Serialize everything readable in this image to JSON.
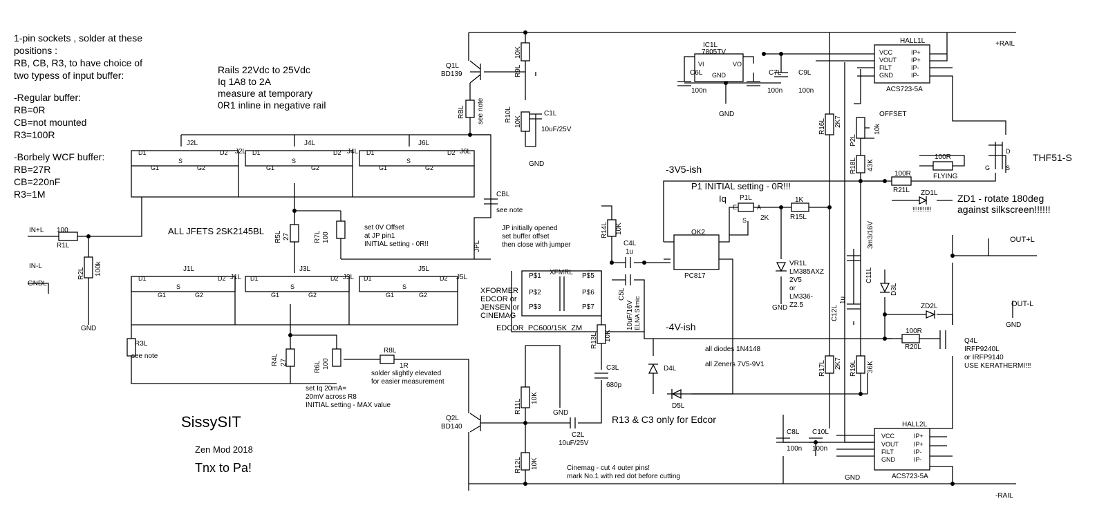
{
  "notes": {
    "sockets": [
      "1-pin sockets , solder at these",
      "positions :",
      "RB, CB, R3, to have choice of",
      "two typess of input buffer:"
    ],
    "regular_buffer": [
      "-Regular buffer:",
      "RB=0R",
      "CB=not mounted",
      "R3=100R"
    ],
    "borbely_buffer": [
      "-Borbely WCF buffer:",
      "RB=27R",
      "CB=220nF",
      "R3=1M"
    ],
    "rails": [
      "Rails 22Vdc to 25Vdc",
      "Iq 1A8 to 2A",
      "measure at temporary",
      "0R1 inline in negative rail"
    ],
    "jfets": "ALL JFETS 2SK2145BL",
    "offset": [
      "set 0V Offset",
      "at JP pin1",
      "INITIAL setting - 0R!!"
    ],
    "jp": [
      "JP initially opened",
      "set buffer offset",
      "then close with jumper"
    ],
    "xformer": [
      "XFORMER",
      "EDCOR or",
      "JENSEN or",
      "CINEMAG"
    ],
    "xformer_part": "EDCOR_PC600/15K_ZM",
    "iq_note": [
      "set Iq 20mA=",
      "20mV across R8",
      "INITIAL setting - MAX value"
    ],
    "solder_note": [
      "solder slightly elevated",
      "for easier measurement"
    ],
    "r13_c3": "R13 & C3 only for Edcor",
    "cinemag": [
      "Cinemag - cut 4 outer pins!",
      "mark No.1 with red dot before cutting"
    ],
    "v35": "-3V5-ish",
    "v4": "-4V-ish",
    "p1_initial": "P1 INITIAL setting - 0R!!!",
    "iq": "Iq",
    "diodes": "all diodes 1N4148",
    "zeners": "all Zeners 7V5-9V1",
    "zd1": [
      "ZD1 - rotate 180deg",
      "against silkscreen!!!!!!"
    ],
    "thf": "THF51-S",
    "kerathermi": [
      "Q4L",
      "IRFP9240L",
      "or IRFP9140",
      "USE KERATHERMI!!!"
    ],
    "vr1": [
      "VR1L",
      "LM385AXZ",
      "2V5",
      "or",
      "LM336-",
      "Z2.5"
    ]
  },
  "branding": {
    "title": "SissySIT",
    "mod": "Zen Mod 2018",
    "thanks": "Tnx to Pa!"
  },
  "labels": {
    "in_l_plus": "IN+L",
    "in_l_minus": "IN-L",
    "gndl": "GNDL",
    "rail_plus": "+RAIL",
    "rail_minus": "-RAIL",
    "out_plus": "OUT+L",
    "out_minus": "OUT-L",
    "gnd": "GND",
    "see_note": "see note",
    "r1": [
      "100",
      "R1L"
    ],
    "r2": [
      "R2L",
      "100k"
    ],
    "r3": "R3L",
    "r4": [
      "R4L",
      "27"
    ],
    "r5": [
      "R5L",
      "27"
    ],
    "r6": [
      "R6L",
      "100"
    ],
    "r7": [
      "R7L",
      "100"
    ],
    "r8": [
      "R8L",
      "1R"
    ],
    "rb": "RBL",
    "cb": "CBL",
    "jp": "JPL",
    "q1": [
      "Q1L",
      "BD139"
    ],
    "q2": [
      "Q2L",
      "BD140"
    ],
    "r9": [
      "10K",
      "R9L"
    ],
    "r10": [
      "R10L",
      "10K"
    ],
    "c1": [
      "C1L",
      "10uF/25V"
    ],
    "r11": [
      "R11L",
      "10K"
    ],
    "r12": [
      "R12L",
      "10K"
    ],
    "c2": [
      "C2L",
      "10uF/25V"
    ],
    "r13": [
      "R13L",
      "10K"
    ],
    "c3": [
      "C3L",
      "680p"
    ],
    "r14": [
      "R14L",
      "10K"
    ],
    "c4": [
      "C4L",
      "1u"
    ],
    "c5": [
      "C5L",
      "10uF/16V",
      "ELNA Silmic"
    ],
    "xfmr": "XFMRL",
    "ok2": [
      "OK2",
      "PC817"
    ],
    "p1": [
      "P1L",
      "2K",
      "E",
      "A",
      "S"
    ],
    "r15": [
      "1K",
      "R15L"
    ],
    "ic1": [
      "IC1L",
      "7805TV",
      "VI",
      "VO",
      "GND"
    ],
    "c6": [
      "C6L",
      "100n"
    ],
    "c7": [
      "C7L",
      "100n"
    ],
    "c9": [
      "C9L",
      "100n"
    ],
    "c8": [
      "C8L",
      "100n"
    ],
    "c10": [
      "C10L",
      "100n"
    ],
    "hall1": [
      "HALL1L",
      "ACS723-5A"
    ],
    "hall2": [
      "HALL2L",
      "ACS723-5A"
    ],
    "hall_pins_l": [
      "VCC",
      "VOUT",
      "FILT",
      "GND"
    ],
    "hall_pins_r": [
      "IP+",
      "IP+",
      "IP-",
      "IP-"
    ],
    "r16": [
      "R16L",
      "2K7"
    ],
    "r17": [
      "R17L",
      "2K7"
    ],
    "r18": [
      "R18L",
      "43K"
    ],
    "r19": [
      "R19L",
      "36K"
    ],
    "p2": [
      "P2L",
      "10k",
      "OFFSET"
    ],
    "r21": [
      "100R",
      "R21L"
    ],
    "r20": [
      "100R",
      "R20L"
    ],
    "flying": [
      "100R",
      "FLYING"
    ],
    "zd1l": "ZD1L",
    "zd2l": "ZD2L",
    "d3l": "D3L",
    "d4l": "D4L",
    "d5l": "D5L",
    "c11": [
      "C11L",
      "3m3/16V"
    ],
    "c12": [
      "C12L",
      "1u"
    ],
    "jfet_bot": [
      "J1L",
      "J3L",
      "J5L"
    ],
    "jfet_top": [
      "J2L",
      "J4L",
      "J6L"
    ],
    "jfet_pins": [
      "D1",
      "D2",
      "G1",
      "G2",
      "S"
    ],
    "xfmr_pins": [
      "P$1",
      "P$2",
      "P$3",
      "P$5",
      "P$6",
      "P$7"
    ],
    "gds": [
      "D",
      "G",
      "S"
    ],
    "watermark": "!!!!!!!!!!!"
  }
}
